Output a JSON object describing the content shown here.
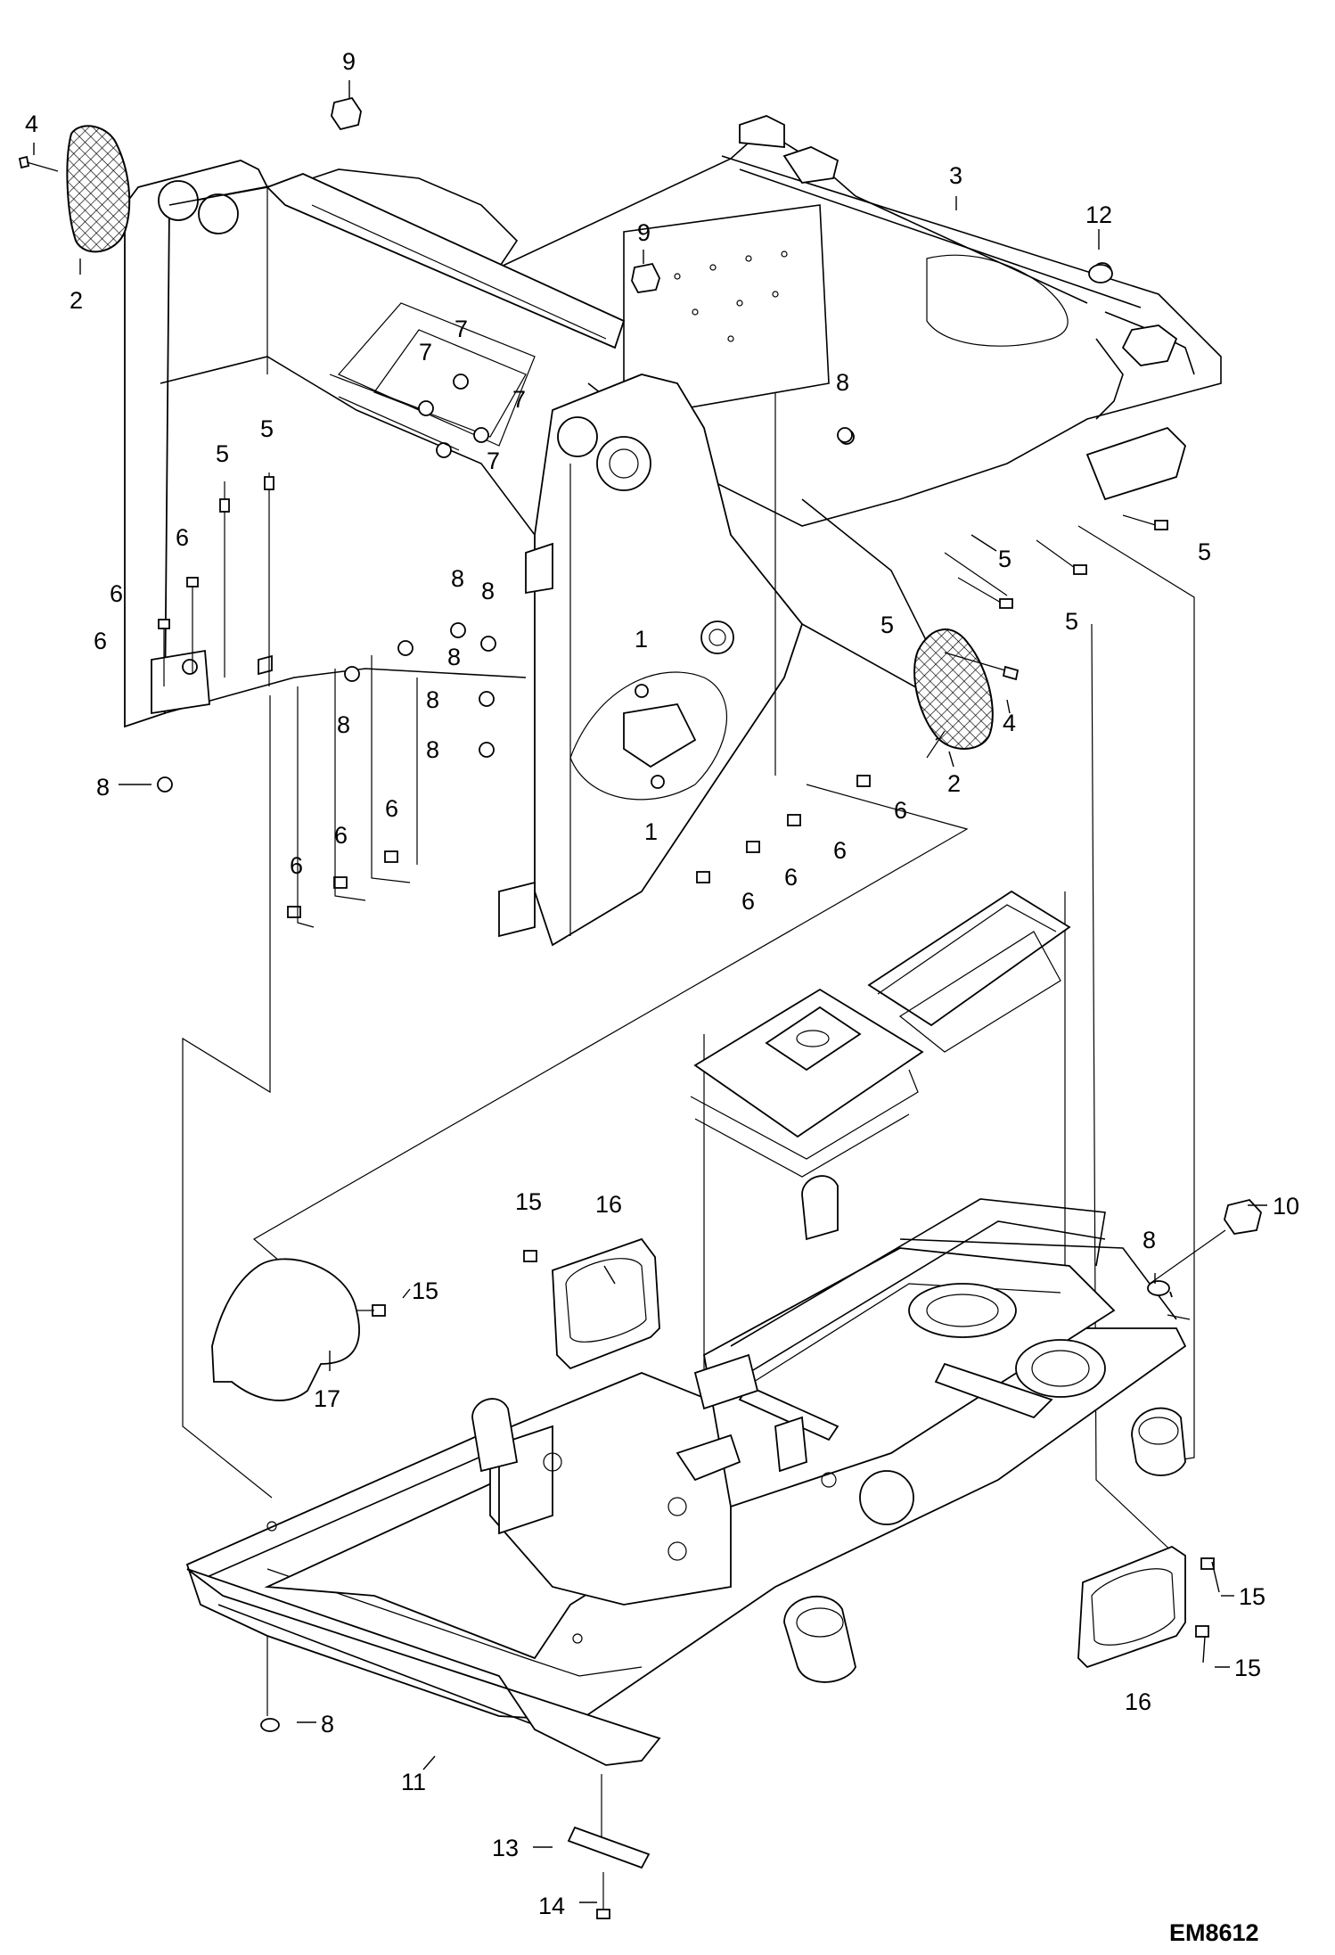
{
  "drawing_code": "EM8612",
  "callouts": [
    {
      "text": "4"
    },
    {
      "text": "2"
    },
    {
      "text": "9"
    },
    {
      "text": "9"
    },
    {
      "text": "3"
    },
    {
      "text": "12"
    },
    {
      "text": "7"
    },
    {
      "text": "7"
    },
    {
      "text": "7"
    },
    {
      "text": "7"
    },
    {
      "text": "8"
    },
    {
      "text": "5"
    },
    {
      "text": "5"
    },
    {
      "text": "5"
    },
    {
      "text": "5"
    },
    {
      "text": "5"
    },
    {
      "text": "5"
    },
    {
      "text": "6"
    },
    {
      "text": "6"
    },
    {
      "text": "6"
    },
    {
      "text": "8"
    },
    {
      "text": "8"
    },
    {
      "text": "8"
    },
    {
      "text": "8"
    },
    {
      "text": "8"
    },
    {
      "text": "8"
    },
    {
      "text": "8"
    },
    {
      "text": "1"
    },
    {
      "text": "1"
    },
    {
      "text": "4"
    },
    {
      "text": "2"
    },
    {
      "text": "6"
    },
    {
      "text": "6"
    },
    {
      "text": "6"
    },
    {
      "text": "6"
    },
    {
      "text": "6"
    },
    {
      "text": "6"
    },
    {
      "text": "6"
    },
    {
      "text": "15"
    },
    {
      "text": "16"
    },
    {
      "text": "15"
    },
    {
      "text": "17"
    },
    {
      "text": "10"
    },
    {
      "text": "8"
    },
    {
      "text": "15"
    },
    {
      "text": "15"
    },
    {
      "text": "16"
    },
    {
      "text": "8"
    },
    {
      "text": "11"
    },
    {
      "text": "13"
    },
    {
      "text": "14"
    }
  ]
}
